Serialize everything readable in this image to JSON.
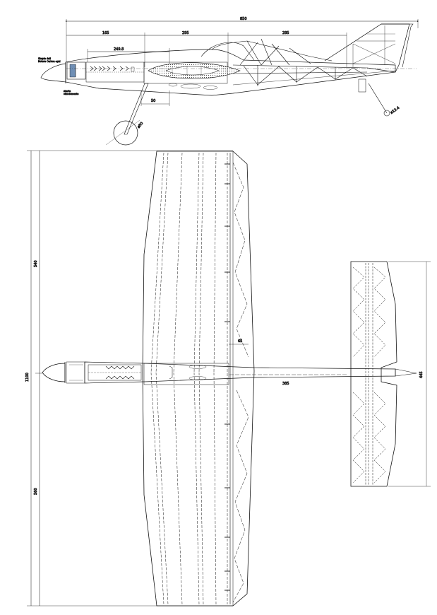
{
  "side_view": {
    "dimensions": {
      "overall_length": "850",
      "front_segment": "165",
      "middle_segment": "295",
      "rear_segment": "285",
      "nose_to_wing": "249.8",
      "gear_offset": "50",
      "wheel_diameter": "ø50",
      "tail_wheel_diameter": "ø13.4"
    },
    "notes": {
      "engine_note_line1": "Simple dati",
      "engine_note_line2": "Motore Carbon ogni",
      "gear_note_line1": "sbarta",
      "gear_note_line2": "ottoclomente"
    }
  },
  "top_view": {
    "dimensions": {
      "wingspan": "1100",
      "half_span_upper": "540",
      "half_span_lower": "560",
      "wing_chord_marker": "65",
      "tail_moment": "385",
      "stab_span": "445"
    }
  }
}
